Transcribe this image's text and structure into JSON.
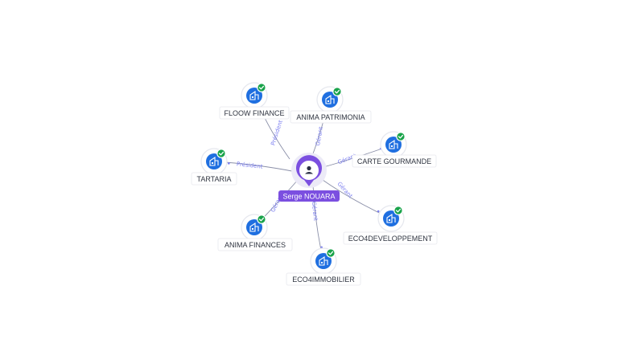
{
  "person": {
    "name": "Serge NOUARA",
    "icon": "person-icon",
    "color": "#7b4fe0"
  },
  "companies": [
    {
      "name": "FLOOW FINANCE",
      "relation": "Président",
      "icon": "building-icon",
      "status_icon": "check-icon"
    },
    {
      "name": "ANIMA PATRIMONIA",
      "relation": "Gérant",
      "icon": "building-icon",
      "status_icon": "check-icon"
    },
    {
      "name": "CARTE GOURMANDE",
      "relation": "Gérant",
      "icon": "building-icon",
      "status_icon": "check-icon"
    },
    {
      "name": "TARTARIA",
      "relation": "Président",
      "icon": "building-icon",
      "status_icon": "check-icon"
    },
    {
      "name": "ECO4DEVELOPPEMENT",
      "relation": "Gérant",
      "icon": "building-icon",
      "status_icon": "check-icon"
    },
    {
      "name": "ANIMA FINANCES",
      "relation": "Gérant",
      "icon": "building-icon",
      "status_icon": "check-icon"
    },
    {
      "name": "ECO4IMMOBILIER",
      "relation": "Gérant",
      "icon": "building-icon",
      "status_icon": "check-icon"
    }
  ],
  "colors": {
    "company": "#1f6fe0",
    "status_ok": "#19a34a",
    "edge_label": "#7c7ff0"
  }
}
